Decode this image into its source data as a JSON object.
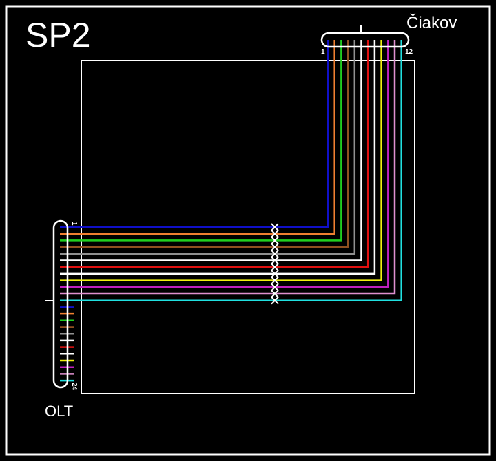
{
  "title": "SP2",
  "top_connector": {
    "name": "Čiakov",
    "first_label": "1",
    "last_label": "12"
  },
  "bottom_connector": {
    "name": "OLT",
    "first_label": "1",
    "last_label": "24"
  },
  "fiber_colors": [
    "#1010c8",
    "#f08030",
    "#20d020",
    "#905020",
    "#909090",
    "#ffffff",
    "#e01010",
    "#ffffff",
    "#f0f010",
    "#c020c0",
    "#e090d0",
    "#20e0e0"
  ],
  "frame_color": "#ffffff",
  "spliced_fibers": 12,
  "olt_fibers": 24
}
